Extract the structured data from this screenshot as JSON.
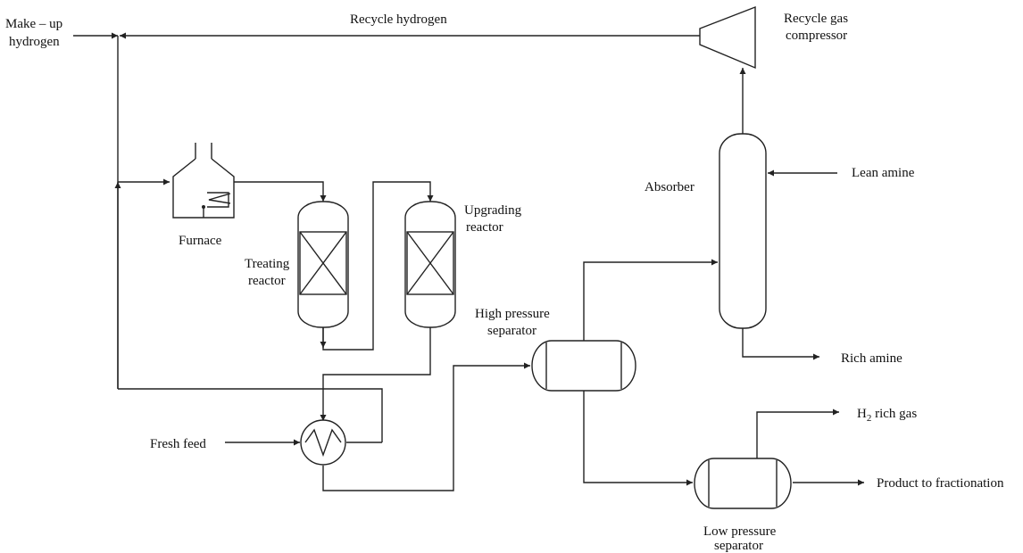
{
  "labels": {
    "makeup_line1": "Make – up",
    "makeup_line2": "hydrogen",
    "recycle_hydrogen": "Recycle hydrogen",
    "compressor_line1": "Recycle gas",
    "compressor_line2": "compressor",
    "absorber": "Absorber",
    "lean_amine": "Lean amine",
    "upgrading_line1": "Upgrading",
    "upgrading_line2": "reactor",
    "furnace": "Furnace",
    "treating_line1": "Treating",
    "treating_line2": "reactor",
    "hps_line1": "High pressure",
    "hps_line2": "separator",
    "rich_amine": "Rich amine",
    "h2_rich_gas_prefix": "H",
    "h2_rich_gas_sub": "2",
    "h2_rich_gas_suffix": " rich gas",
    "fresh_feed": "Fresh feed",
    "product": "Product to fractionation",
    "lps_line1": "Low pressure",
    "lps_line2": "separator"
  }
}
